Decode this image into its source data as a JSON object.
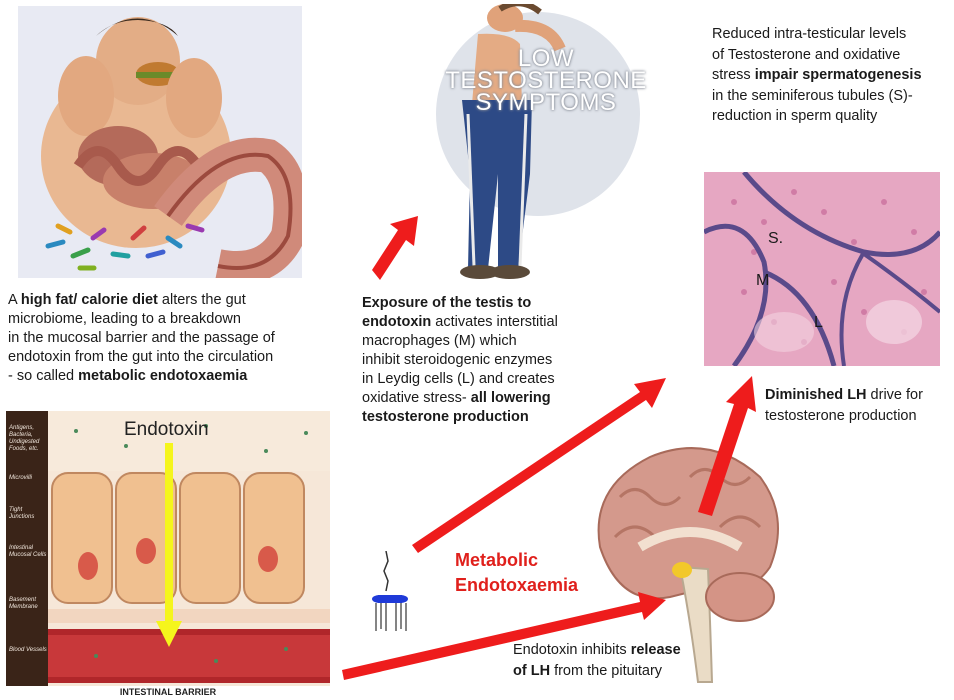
{
  "panels": {
    "diet": {
      "line1_pre": "A ",
      "line1_bold": "high fat/ calorie diet",
      "line1_post": " alters the gut",
      "line2": "microbiome, leading to a breakdown",
      "line3": "in the mucosal barrier and the passage of",
      "line4": "endotoxin from the gut into the circulation",
      "line5_pre": "- so called ",
      "line5_bold": "metabolic endotoxaemia"
    },
    "testis_exposure": {
      "line1_bold": "Exposure of the testis to",
      "line2_bold": "endotoxin",
      "line2_post": " activates interstitial",
      "line3": "macrophages (M) which",
      "line4": "inhibit steroidogenic enzymes",
      "line5": "in Leydig cells (L) and creates",
      "line6_pre": "oxidative stress- ",
      "line6_bold": "all lowering",
      "line7_bold": "testosterone production"
    },
    "spermatogenesis": {
      "line1": "Reduced intra-testicular  levels",
      "line2": "of Testosterone and  oxidative",
      "line3_pre": "stress ",
      "line3_bold": "impair spermatogenesis",
      "line4": "in the seminiferous tubules (S)-",
      "line5": "reduction in sperm quality"
    },
    "lh_drive": {
      "line1_bold_a": "Diminished ",
      "line1_bold_b": "LH",
      "line1_post": " drive for",
      "line2": "testosterone production"
    },
    "pituitary": {
      "line1_pre": "Endotoxin inhibits ",
      "line1_bold": "release",
      "line2_bold": "of LH",
      "line2_post": " from the pituitary"
    }
  },
  "center_title": {
    "line1": "Metabolic",
    "line2": "Endotoxaemia",
    "color": "#e0201c"
  },
  "low_t": {
    "line1": "LOW",
    "line2": "TESTOSTERONE",
    "line3": "SYMPTOMS"
  },
  "histology_labels": {
    "s": "S.",
    "m": "M",
    "l": "L"
  },
  "barrier": {
    "endotoxin_label": "Endotoxin",
    "side_labels": [
      "Antigens, Bacteria, Undigested Foods, etc.",
      "Microvilli",
      "Tight Junctions",
      "Intestinal Mucosal Cells",
      "Basement Membrane",
      "Blood Vessels"
    ],
    "caption": "INTESTINAL BARRIER"
  },
  "colors": {
    "arrow": "#ee1c1c",
    "endotoxin_arrow": "#f5f51c"
  }
}
